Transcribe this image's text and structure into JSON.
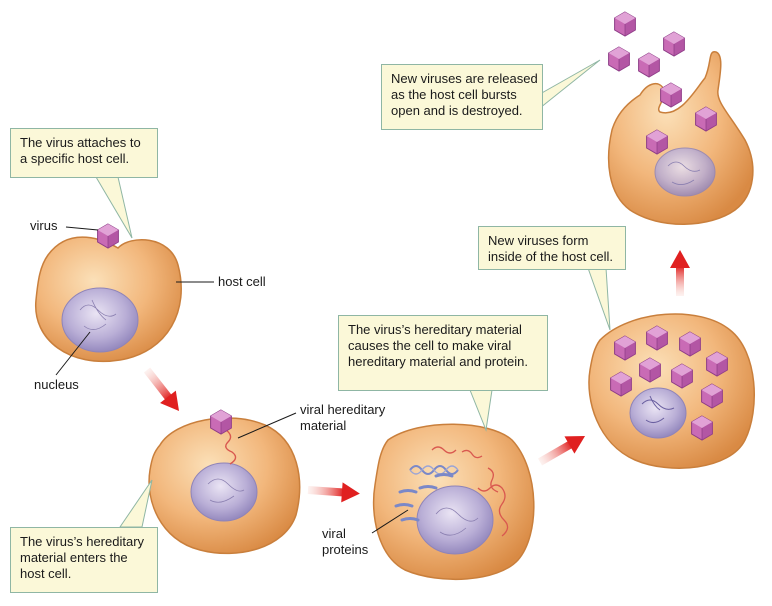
{
  "callouts": {
    "attach": [
      "The virus attaches to",
      "a specific host cell."
    ],
    "enters": [
      "The virus’s hereditary",
      "material enters the",
      "host cell."
    ],
    "causes": [
      "The virus’s hereditary material",
      "causes the cell to make viral",
      "hereditary material and protein."
    ],
    "form": [
      "New viruses form",
      "inside of the host cell."
    ],
    "released": [
      "New viruses are released",
      "as the host cell bursts",
      "open and is destroyed."
    ]
  },
  "labels": {
    "virus": "virus",
    "host_cell": "host cell",
    "nucleus": "nucleus",
    "viral_hereditary_material": [
      "viral hereditary",
      "material"
    ],
    "viral_proteins": [
      "viral",
      "proteins"
    ]
  },
  "colors": {
    "cell_fill": "#f2b77c",
    "cell_edge": "#c97f3c",
    "nucleus_fill": "#b9aed6",
    "virus_fill": "#c96bb5",
    "arrow": "#e02020",
    "callout_bg": "#fbf8d8",
    "callout_border": "#8fb6a4"
  }
}
